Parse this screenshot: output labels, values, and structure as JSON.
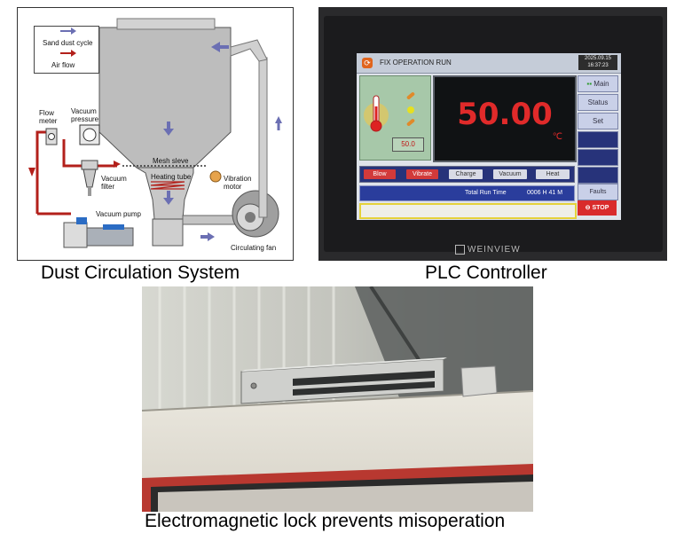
{
  "captions": {
    "diagram": "Dust Circulation System",
    "plc": "PLC Controller",
    "lock": "Electromagnetic lock prevents misoperation"
  },
  "diagram": {
    "legend": {
      "sand_dust_cycle": "Sand dust cycle",
      "air_flow": "Air flow"
    },
    "labels": {
      "flow_meter": "Flow meter",
      "vacuum_pressure": "Vacuum pressure",
      "vacuum_filter": "Vacuum filter",
      "vacuum_pump": "Vacuum pump",
      "mesh_sleve": "Mesh sleve",
      "heating_tube": "Heating tube",
      "vibration_motor": "Vibration motor",
      "circulating_fan": "Circulating fan"
    },
    "colors": {
      "cycle_arrow": "#6b6fb3",
      "air_flow": "#b3201b",
      "machine": "#b5b5b5",
      "pump": "#2b6cc4"
    }
  },
  "plc": {
    "title": "FIX OPERATION RUN",
    "date": "2025.09.15",
    "time": "16:37:23",
    "temperature_value": "50.00",
    "temperature_unit": "℃",
    "setpoint": "50.0",
    "buttons": [
      "Blow",
      "Vibrate",
      "Charge",
      "Vacuum",
      "Heat"
    ],
    "side_buttons": {
      "main": "Main",
      "status": "Status",
      "set": "Set",
      "faults": "Faults",
      "stop": "STOP"
    },
    "total_run_time_label": "Total Run Time",
    "total_run_time_value": "0006 H 41 M",
    "brand": "WEINVIEW",
    "colors": {
      "display_value": "#e02a2a",
      "button_active": "#d23a3a",
      "stop": "#d92b2b"
    }
  }
}
